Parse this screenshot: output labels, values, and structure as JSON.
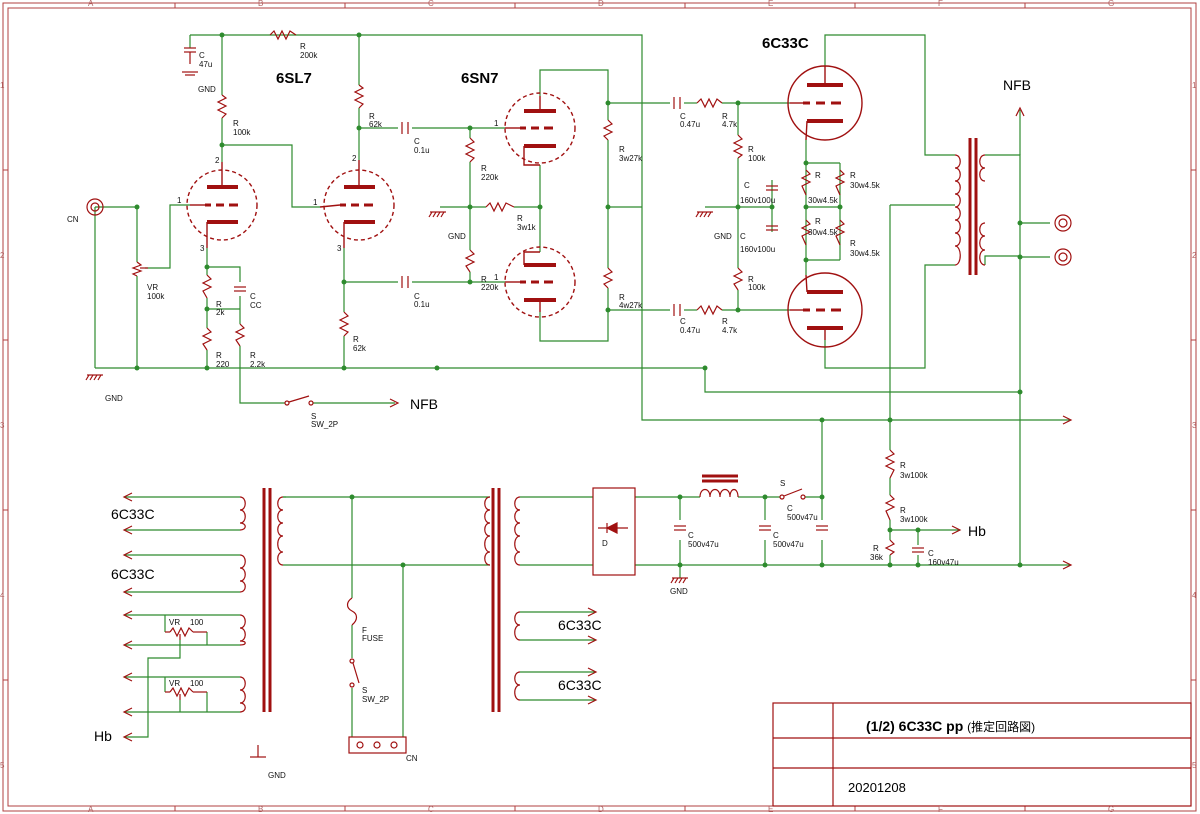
{
  "frame": {
    "col_labels": [
      "A",
      "B",
      "C",
      "D",
      "E",
      "F",
      "G"
    ],
    "row_labels": [
      "1",
      "2",
      "3",
      "4",
      "5"
    ]
  },
  "tubes": {
    "t1": "6SL7",
    "t2": "6SN7",
    "t3": "6C33C"
  },
  "terminals": {
    "nfb_out": "NFB",
    "nfb_top": "NFB",
    "hb_right": "Hb",
    "hb_left": "Hb",
    "heat1": "6C33C",
    "heat2": "6C33C",
    "heat3": "6C33C",
    "heat4": "6C33C"
  },
  "labels": {
    "c47_r": "C",
    "c47_v": "47u",
    "gnd1": "GND",
    "r200_r": "R",
    "r200_v": "200k",
    "r100_r": "R",
    "r100_v": "100k",
    "r62a_r": "R",
    "r62a_v": "62k",
    "c01a_r": "C",
    "c01a_v": "0.1u",
    "r220k_r": "R",
    "r220k_v": "220k",
    "r3w1k_r": "R",
    "r3w1k_v": "3w1k",
    "gnd2": "GND",
    "r220kb_r": "R",
    "r220kb_v": "220k",
    "c01b_r": "C",
    "c01b_v": "0.1u",
    "r62b_r": "R",
    "r62b_v": "62k",
    "r27a_r": "R",
    "r27a_v": "3w27k",
    "r27b_r": "R",
    "r27b_v": "4w27k",
    "c047a_r": "C",
    "c047a_v": "0.47u",
    "r47a_r": "R",
    "r47a_v": "4.7k",
    "r100ka_r": "R",
    "r100ka_v": "100k",
    "c160a_r": "C",
    "c160a_v": "160v100u",
    "gnd3": "GND",
    "c160b_r": "C",
    "c160b_v": "160v100u",
    "r100kb_r": "R",
    "r100kb_v": "100k",
    "c047b_r": "C",
    "c047b_v": "0.47u",
    "r47b_r": "R",
    "r47b_v": "4.7k",
    "r45a_r": "R",
    "r45a_v": "30w4.5k",
    "r45b_r": "R",
    "r45b_v": "30w4.5k",
    "r45c_r": "R",
    "r45c_v": "30w4.5k",
    "r45d_r": "R",
    "r45d_v": "30w4.5k",
    "cn1": "CN",
    "vr_r": "VR",
    "vr_v": "100k",
    "r2k_r": "R",
    "r2k_v": "2k",
    "cc_r": "C",
    "cc_v": "CC",
    "r220_r": "R",
    "r220_v": "220",
    "r22k_r": "R",
    "r22k_v": "2.2k",
    "gnd4": "GND",
    "sw1_r": "S",
    "sw1_v": "SW_2P",
    "d_r": "D",
    "c500a_r": "C",
    "c500a_v": "500v47u",
    "gnd5": "GND",
    "c500b_r": "C",
    "c500b_v": "500v47u",
    "sw2_r": "S",
    "c500c_r": "C",
    "c500c_v": "500v47u",
    "r3w100a_r": "R",
    "r3w100a_v": "3w100k",
    "r3w100b_r": "R",
    "r3w100b_v": "3w100k",
    "r36k_r": "R",
    "r36k_v": "36k",
    "c160c_r": "C",
    "c160c_v": "160v47u",
    "fuse_r": "F",
    "fuse_v": "FUSE",
    "sw3_r": "S",
    "sw3_v": "SW_2P",
    "cn2": "CN",
    "gnd6": "GND",
    "vr2_r": "VR",
    "vr2_v": "100",
    "vr3_r": "VR",
    "vr3_v": "100",
    "pin1a": "1",
    "pin2a": "2",
    "pin3a": "3",
    "pin1b": "1",
    "pin2b": "2",
    "pin3b": "3",
    "pin1c": "1",
    "pin1d": "1"
  },
  "title_block": {
    "title": "(1/2) 6C33C pp",
    "subtitle": "(推定回路図)",
    "date": "20201208"
  },
  "colors": {
    "wire": "#2e8b2e",
    "component": "#a01010",
    "frame": "#a01010",
    "text": "#000000"
  }
}
